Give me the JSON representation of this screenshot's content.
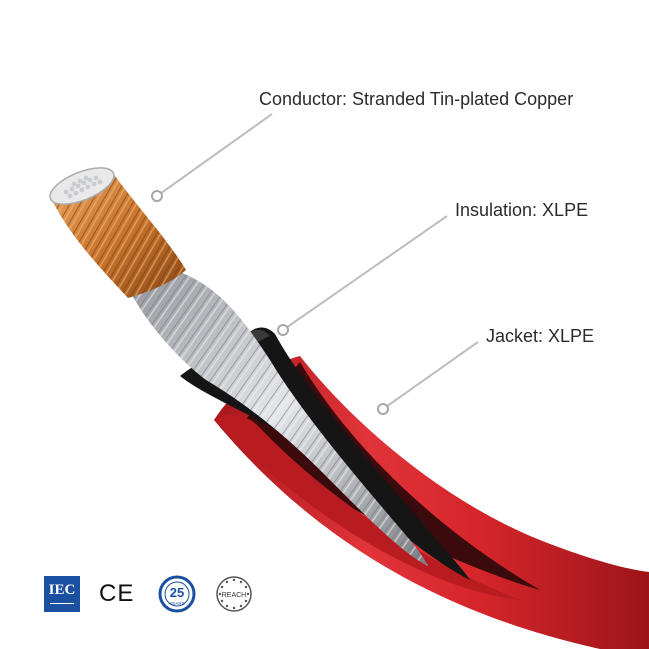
{
  "callouts": {
    "conductor": "Conductor: Stranded Tin-plated Copper",
    "insulation": "Insulation: XLPE",
    "jacket": "Jacket: XLPE"
  },
  "certifications": {
    "iec": "IEC",
    "ce": "CE",
    "warranty_number": "25",
    "warranty_unit": "YEARS",
    "reach": "REACH"
  },
  "colors": {
    "jacket_red": "#d6262b",
    "insulation_black": "#151515",
    "copper": "#c9752e",
    "strand_silver": "#c4c7cc",
    "leader_gray": "#bdbdbd",
    "badge_blue": "#1b4fa0"
  }
}
